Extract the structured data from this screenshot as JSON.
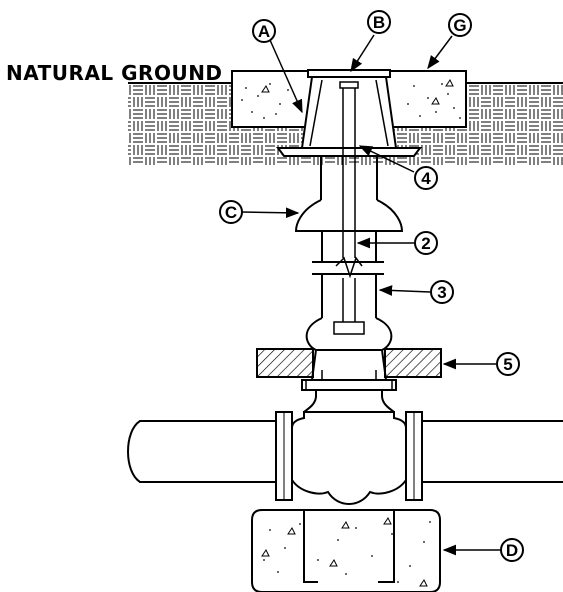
{
  "ground_label": "NATURAL GROUND",
  "callouts": {
    "A": "A",
    "B": "B",
    "G": "G",
    "C": "C",
    "D": "D",
    "n2": "2",
    "n3": "3",
    "n4": "4",
    "n5": "5"
  },
  "colors": {
    "line": "#000000",
    "background": "#ffffff"
  }
}
